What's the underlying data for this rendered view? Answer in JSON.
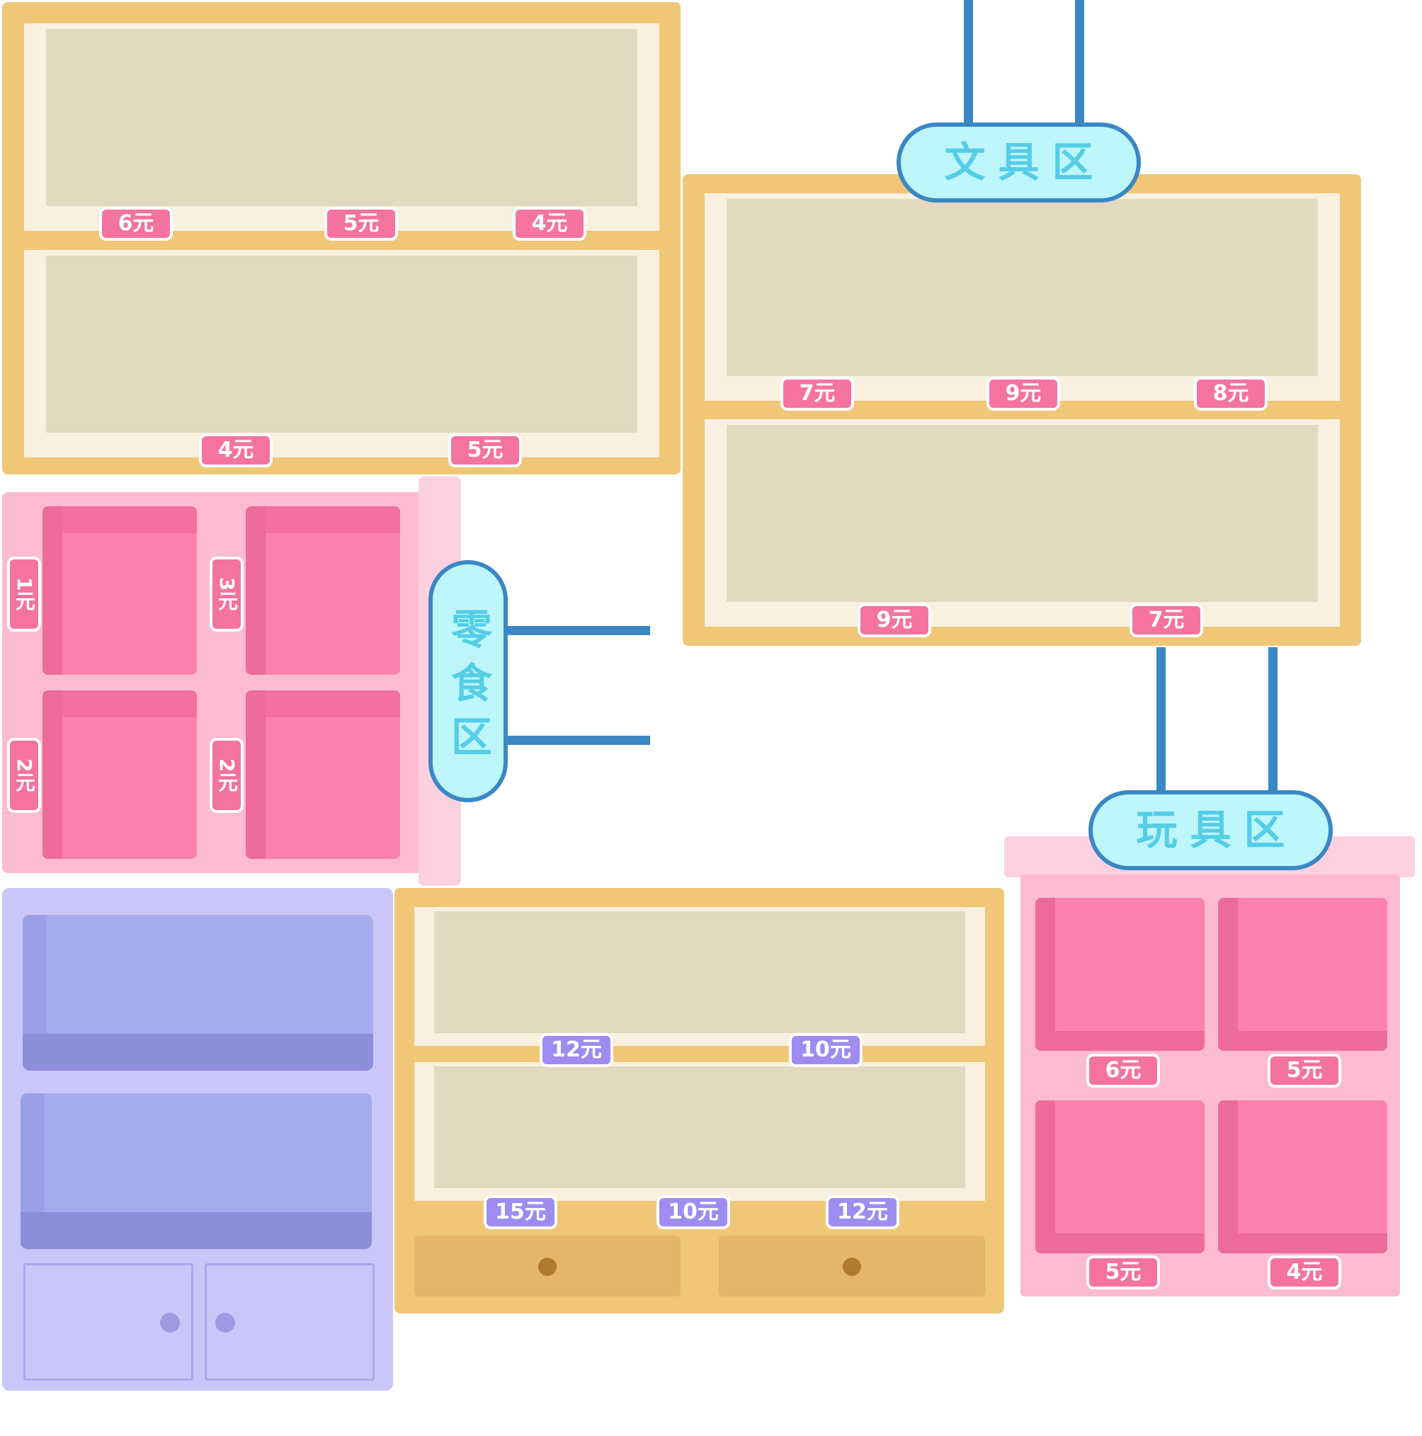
{
  "signs": {
    "stationery": "文具区",
    "snacks": "零食区",
    "toys": "玩具区"
  },
  "shelf_top_left": {
    "upper_prices": [
      "6元",
      "5元",
      "4元"
    ],
    "lower_prices": [
      "4元",
      "5元"
    ]
  },
  "shelf_stationery": {
    "upper_prices": [
      "7元",
      "9元",
      "8元"
    ],
    "lower_prices": [
      "9元",
      "7元"
    ]
  },
  "snack_bins": {
    "prices": [
      "1元",
      "3元",
      "2元",
      "2元"
    ]
  },
  "shelf_bottom_center": {
    "upper_prices": [
      "12元",
      "10元"
    ],
    "lower_prices": [
      "15元",
      "10元",
      "12元"
    ]
  },
  "toy_bins": {
    "prices": [
      "6元",
      "5元",
      "5元",
      "4元"
    ]
  },
  "colors": {
    "wood": "#f0c777",
    "pink_tag": "#f4739f",
    "purple_tag": "#9f8cf0",
    "sign_border": "#3b87c4",
    "sign_fill": "#bdf6fb",
    "sign_text": "#55cde6"
  }
}
